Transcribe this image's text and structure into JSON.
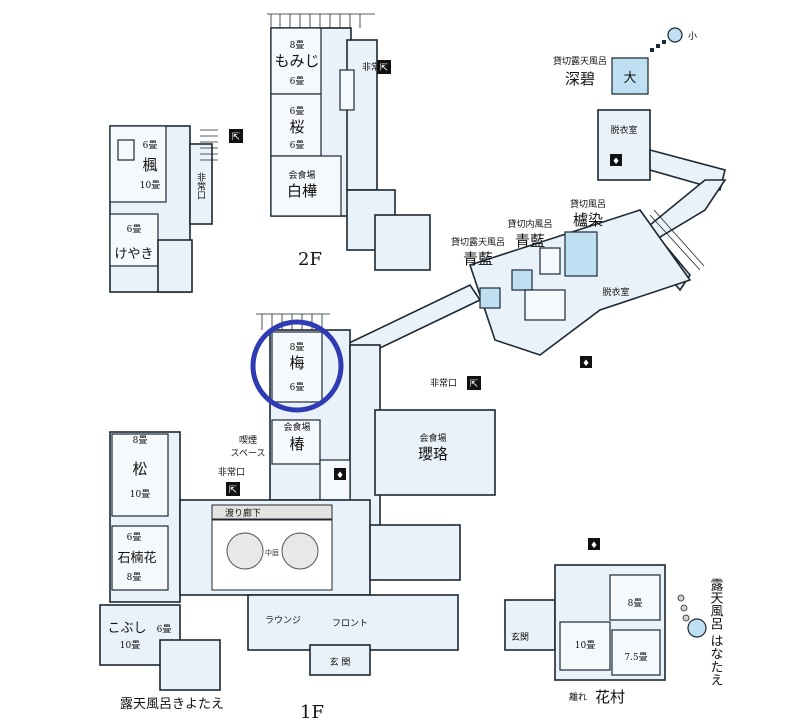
{
  "floors": {
    "second": "2F",
    "first": "1F"
  },
  "rooms": {
    "momiji": {
      "name": "もみじ",
      "top": "8畳",
      "bottom": "6畳"
    },
    "sakura": {
      "name": "桜",
      "top": "6畳",
      "bottom": "6畳"
    },
    "shirakaba": {
      "sub": "会食場",
      "name": "白樺"
    },
    "kaede": {
      "name": "楓",
      "top": "6畳",
      "bottom": "10畳"
    },
    "keyaki": {
      "name": "けやき",
      "top": "6畳"
    },
    "ume": {
      "name": "梅",
      "top": "8畳",
      "bottom": "6畳"
    },
    "tsubaki": {
      "sub": "会食場",
      "name": "椿"
    },
    "yoraku": {
      "sub": "会食場",
      "name": "瓔珞"
    },
    "matsu": {
      "name": "松",
      "top": "8畳",
      "bottom": "10畳"
    },
    "shakunage": {
      "name": "石楠花",
      "top": "6畳",
      "bottom": "8畳"
    },
    "kobushi": {
      "name": "こぶし",
      "right": "6畳",
      "bottom": "10畳"
    },
    "kitsuen": {
      "line1": "喫煙",
      "line2": "スペース"
    },
    "hanamura": {
      "sub": "離れ",
      "name": "花村",
      "r1": "8畳",
      "r2": "10畳",
      "r3": "7.5畳",
      "entrance": "玄関"
    }
  },
  "baths": {
    "shinpeki": {
      "sub": "貸切露天風呂",
      "name": "深碧",
      "big": "大",
      "small": "小"
    },
    "datsuishitsu_top": "脱衣室",
    "kunsen": {
      "sub": "貸切風呂",
      "name": "櫨染"
    },
    "seiran_in": {
      "sub": "貸切内風呂",
      "name": "青藍"
    },
    "seiran_out": {
      "sub": "貸切露天風呂",
      "name": "青藍"
    },
    "datsuishitsu_mid": "脱衣室",
    "kiyotae": "露天風呂きよたえ",
    "hanatae": "露天風呂 はなたえ"
  },
  "labels": {
    "emergency_2f": "非常口",
    "emergency_mid": "非常口",
    "emergency_1f": "非常口",
    "corridor": "渡り廊下",
    "courtyard": "中庭",
    "lounge": "ラウンジ",
    "front": "フロント",
    "entrance": "玄 関"
  },
  "icons": [
    "emergency-exit-icon",
    "restroom-icon",
    "toilet-icon"
  ],
  "highlight": {
    "target": "梅",
    "color": "#2f3bb3"
  },
  "colors": {
    "floor": "#eaf2f9",
    "bath": "#bfe0f3",
    "line": "#1c2833"
  }
}
